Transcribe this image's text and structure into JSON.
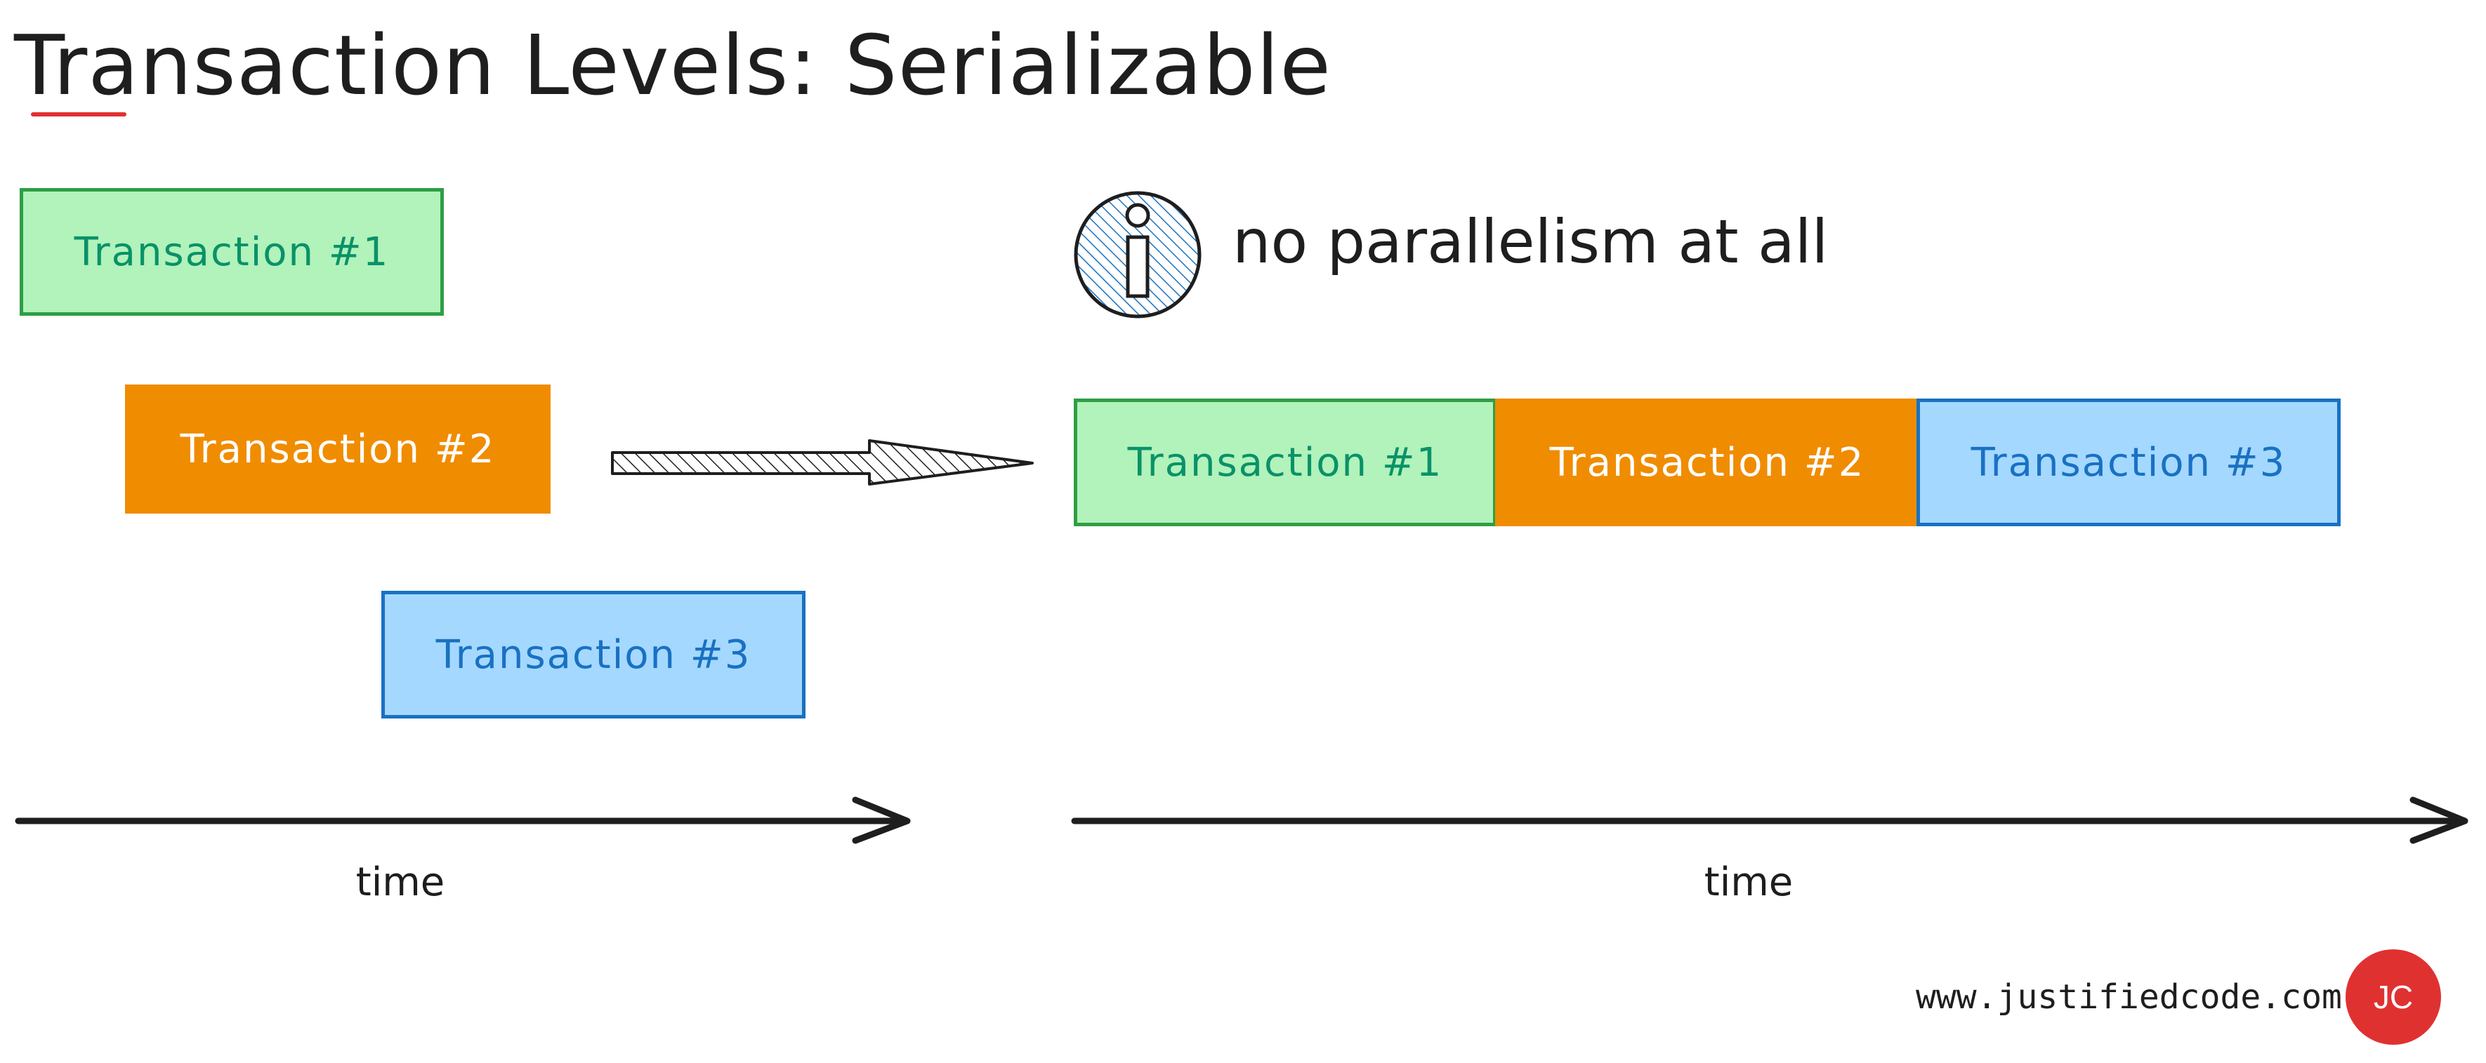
{
  "title": "Transaction Levels: Serializable",
  "colors": {
    "green_fill": "#b2f2bb",
    "green_stroke": "#2f9e44",
    "green_text": "#099268",
    "orange_fill": "#f08c00",
    "blue_fill": "#a5d8ff",
    "blue_stroke": "#1971c2",
    "accent_red": "#e03131",
    "ink": "#1e1e1e"
  },
  "left_panel": {
    "transactions": [
      {
        "label": "Transaction #1",
        "color": "green"
      },
      {
        "label": "Transaction #2",
        "color": "orange"
      },
      {
        "label": "Transaction #3",
        "color": "blue"
      }
    ],
    "axis_label": "time"
  },
  "arrow": {
    "icon": "hatched-arrow-right-icon"
  },
  "note": {
    "icon": "info-icon",
    "text": "no parallelism at all"
  },
  "right_panel": {
    "transactions": [
      {
        "label": "Transaction #1",
        "color": "green"
      },
      {
        "label": "Transaction #2",
        "color": "orange"
      },
      {
        "label": "Transaction #3",
        "color": "blue"
      }
    ],
    "axis_label": "time"
  },
  "footer": {
    "url": "www.justifiedcode.com",
    "logo_text": "JC"
  }
}
